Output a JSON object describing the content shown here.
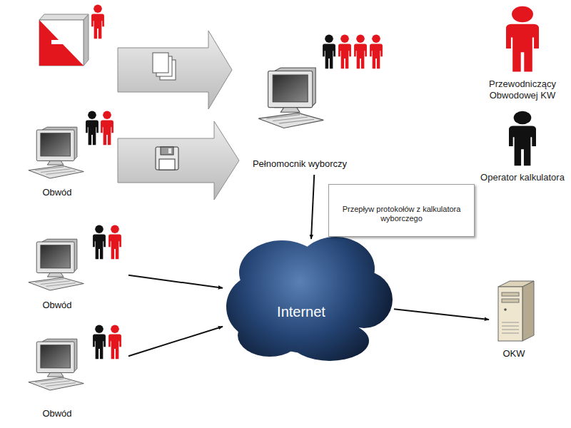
{
  "diagram": {
    "nodes": [
      {
        "text": [
          "Obwód"
        ]
      },
      {
        "text": [
          "Pełnomocnik wyborczy"
        ]
      },
      {
        "text": [
          "Przepływ protokołów z kalkulatora wyborczego"
        ]
      },
      {
        "text": [
          "Obwód"
        ]
      },
      {
        "text": [
          "Internet"
        ]
      },
      {
        "text": [
          "Obwód"
        ]
      },
      {
        "text": [
          "OKW"
        ]
      }
    ],
    "edges": [
      {
        "from": 0,
        "to": 1,
        "arrow": "to"
      },
      {
        "from": 1,
        "to": 4,
        "arrow": "to"
      },
      {
        "from": 3,
        "to": 4,
        "arrow": "to"
      },
      {
        "from": 5,
        "to": 4,
        "arrow": "to"
      },
      {
        "from": 4,
        "to": 6,
        "arrow": "to"
      }
    ],
    "legend": [
      {
        "text": "Przewodniczący Obwodowej KW"
      },
      {
        "text": "Operator kalkulatora"
      }
    ]
  }
}
